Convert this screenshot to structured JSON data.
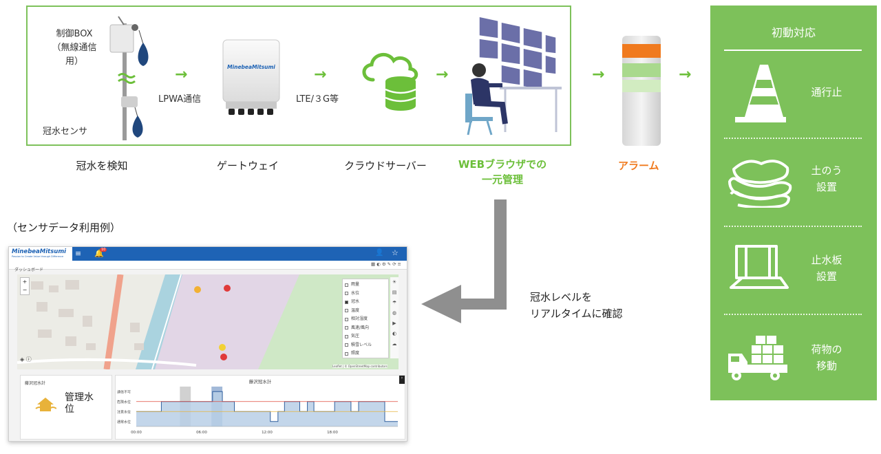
{
  "flow": {
    "device_label_line1": "制御BOX",
    "device_label_line2": "（無線通信用）",
    "sensor_label": "冠水センサ",
    "lpwa_label": "LPWA通信",
    "lte_label": "LTE/３G等",
    "gateway_logo": "MinebeaMitsumi",
    "steps": [
      {
        "label": "冠水を検知"
      },
      {
        "label": "ゲートウェイ"
      },
      {
        "label": "クラウドサーバー"
      },
      {
        "label_line1": "WEBブラウザでの",
        "label_line2": "一元管理"
      },
      {
        "label": "アラーム"
      }
    ],
    "colors": {
      "accent": "#6cbf3a",
      "alarm": "#f07a1e",
      "panel": "#7dc15a"
    }
  },
  "response_panel": {
    "title": "初動対応",
    "actions": [
      {
        "label_line1": "通行止",
        "label_line2": "",
        "icon": "traffic-cone-icon"
      },
      {
        "label_line1": "土のう",
        "label_line2": "設置",
        "icon": "sandbag-icon"
      },
      {
        "label_line1": "止水板",
        "label_line2": "設置",
        "icon": "flood-barrier-icon"
      },
      {
        "label_line1": "荷物の",
        "label_line2": "移動",
        "icon": "truck-icon"
      }
    ]
  },
  "example": {
    "caption": "（センサデータ利用例）",
    "realtime_line1": "冠水レベルを",
    "realtime_line2": "リアルタイムに確認"
  },
  "dashboard": {
    "logo": "MinebeaMitsumi",
    "logo_tagline": "Passion to Create Value through Difference",
    "notification_count": "10",
    "breadcrumb": "ダッシュボード",
    "map_attribution": "Leaflet | © OpenStreetMap contributors",
    "zoom_in": "+",
    "zoom_out": "−",
    "legend": [
      {
        "label": "雨量",
        "checked": false
      },
      {
        "label": "水位",
        "checked": false
      },
      {
        "label": "冠水",
        "checked": true
      },
      {
        "label": "温度",
        "checked": false
      },
      {
        "label": "相対湿度",
        "checked": false
      },
      {
        "label": "風速/風向",
        "checked": false
      },
      {
        "label": "気圧",
        "checked": false
      },
      {
        "label": "積雪レベル",
        "checked": false
      },
      {
        "label": "照度",
        "checked": false
      }
    ],
    "sensor_card": {
      "title": "藤沢冠水計",
      "status_line1": "管理水",
      "status_line2": "位"
    },
    "chart_title": "藤沢冠水計"
  },
  "chart_data": {
    "type": "line",
    "title": "藤沢冠水計",
    "x_ticks": [
      "00:00",
      "06:00",
      "12:00",
      "18:00"
    ],
    "y_levels": [
      "通常水位",
      "注意水位",
      "危険水位",
      "通信不可"
    ],
    "x_hours": [
      0,
      2.3,
      2.3,
      4.7,
      4.7,
      5.5,
      5.5,
      6.3,
      6.3,
      7,
      7,
      7.9,
      7.9,
      9,
      9,
      12.3,
      12.3,
      13,
      13,
      13.6,
      13.6,
      15,
      15,
      15.7,
      15.7,
      16.3,
      16.3,
      17,
      17,
      18.2,
      18.2,
      19.7,
      19.7,
      20.4,
      20.4,
      22.8,
      22.8,
      24
    ],
    "level_index": [
      1,
      1,
      2,
      2,
      2,
      2,
      2,
      2,
      2,
      2,
      3,
      3,
      2,
      2,
      1,
      1,
      0,
      0,
      1,
      1,
      2,
      2,
      1,
      1,
      2,
      2,
      1,
      1,
      1,
      1,
      2,
      2,
      1,
      1,
      2,
      2,
      0,
      0
    ],
    "highlights": [
      {
        "from": 4,
        "to": 5,
        "color": "#bdbdbd"
      },
      {
        "from": 6.9,
        "to": 7.9,
        "color": "#7a9bc8"
      }
    ],
    "threshold_colors": {
      "危険水位": "#e04a3c",
      "注意水位": "#e8b23a"
    },
    "xlim": [
      0,
      24
    ]
  }
}
